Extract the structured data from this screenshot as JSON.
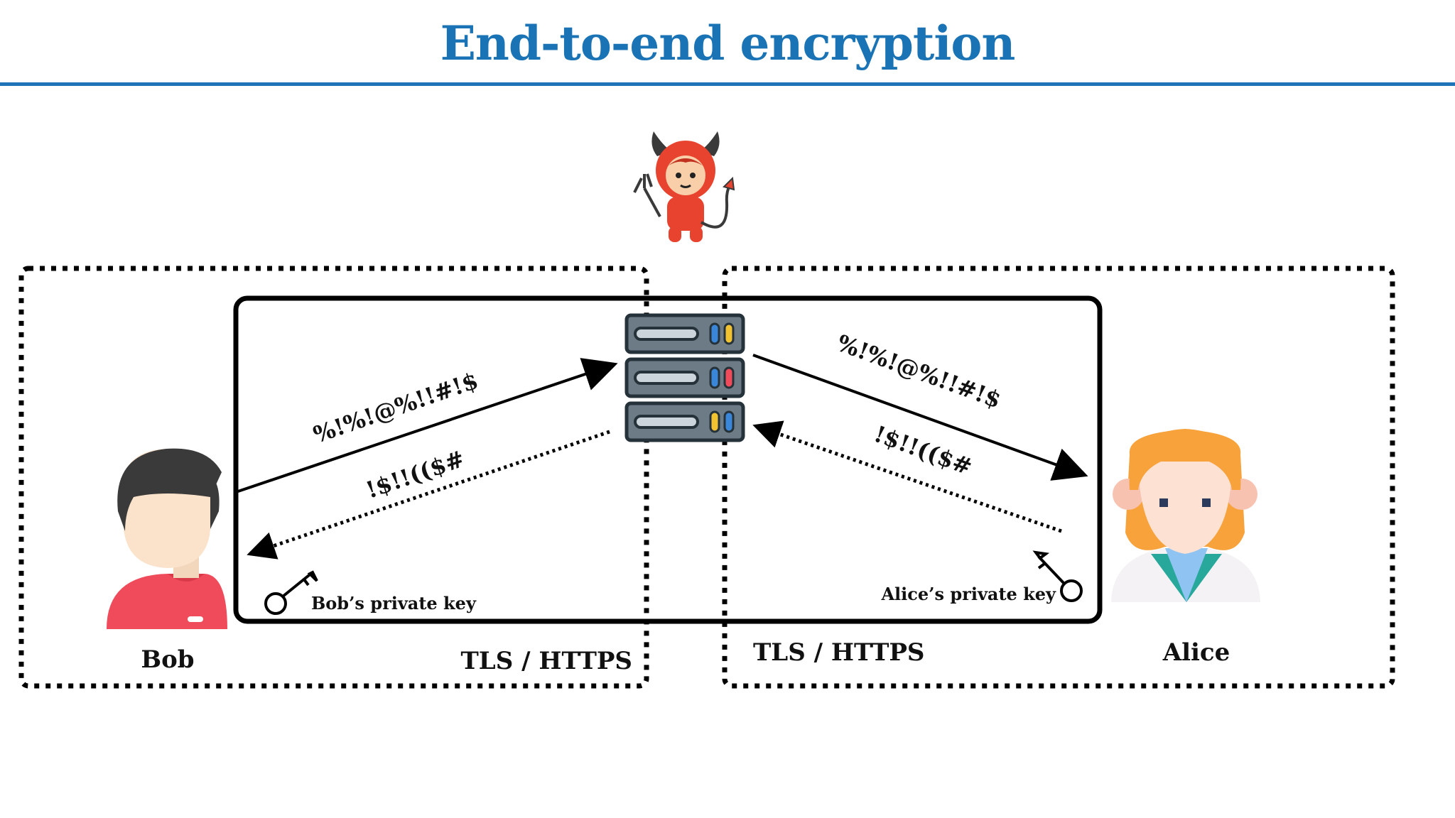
{
  "title": "End-to-end encryption",
  "people": {
    "bob": {
      "name": "Bob"
    },
    "alice": {
      "name": "Alice"
    }
  },
  "keys": {
    "bob": "Bob’s private key",
    "alice": "Alice’s private key"
  },
  "tls": {
    "left": "TLS / HTTPS",
    "right": "TLS / HTTPS"
  },
  "messages": {
    "bob_to_server": "%!%!@%!!#!$",
    "server_to_bob": "!$!!(($#",
    "server_to_alice": "%!%!@%!!#!$",
    "alice_to_server": "!$!!(($#"
  },
  "icons": {
    "attacker": "devil-icon",
    "server": "server-icon",
    "bob": "man-avatar-icon",
    "alice": "woman-avatar-icon",
    "key": "key-icon"
  },
  "colors": {
    "title": "#1a73b5",
    "rule": "#1f74b8",
    "devil": "#e8432f",
    "server": "#6d7b86",
    "bob_shirt": "#ef4b5b",
    "alice_hair": "#f7a23b"
  }
}
